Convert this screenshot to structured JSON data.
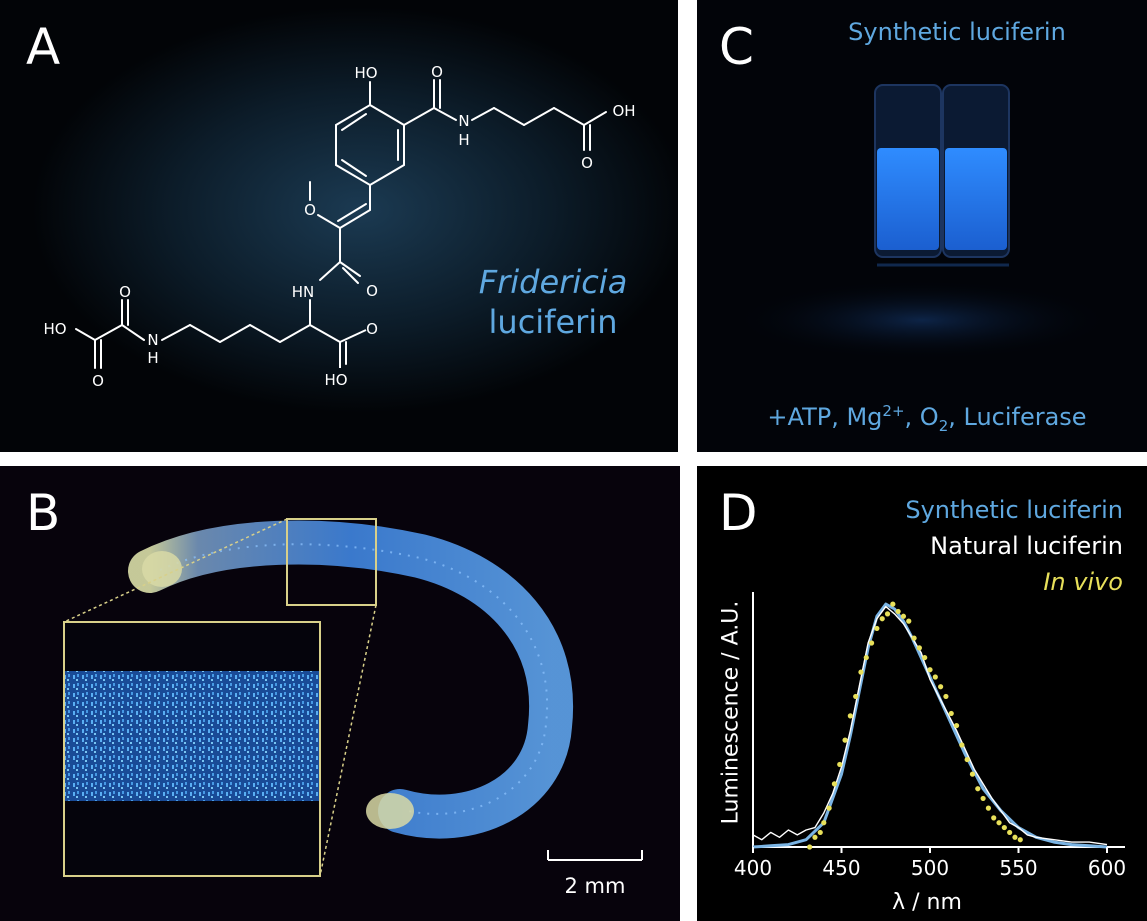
{
  "panel_a": {
    "label": "A",
    "title_line1": "Fridericia",
    "title_line2": "luciferin",
    "atoms": {
      "ho_top": "HO",
      "o_amide_top": "O",
      "nh_top": "N",
      "h_top": "H",
      "oh_right": "OH",
      "o_right": "O",
      "o_methoxy": "O",
      "hn_mid": "HN",
      "o_mid": "O",
      "ho_left": "HO",
      "o_left_top": "O",
      "n_left": "N",
      "h_left": "H",
      "o_left_bottom": "O",
      "o_acid": "O",
      "ho_bottom": "HO"
    }
  },
  "panel_b": {
    "label": "B",
    "scale_label": "2 mm"
  },
  "panel_c": {
    "label": "C",
    "title": "Synthetic luciferin",
    "caption_prefix": "+ATP, Mg",
    "caption_sup": "2+",
    "caption_mid": ", O",
    "caption_sub": "2",
    "caption_suffix": ", Luciferase"
  },
  "panel_d": {
    "label": "D",
    "legend": [
      "Synthetic luciferin",
      "Natural luciferin",
      "In vivo"
    ],
    "ylabel": "Luminescence / A.U.",
    "xlabel": "λ / nm"
  },
  "colors": {
    "accent_blue": "#5fa8e0",
    "invivo_yellow": "#e8e05a",
    "scale_box": "#d8d08a"
  },
  "chart_data": {
    "type": "line",
    "xlabel": "λ / nm",
    "ylabel": "Luminescence / A.U.",
    "xlim": [
      400,
      600
    ],
    "ylim": [
      0,
      1.05
    ],
    "xticks": [
      400,
      450,
      500,
      550,
      600
    ],
    "series": [
      {
        "name": "Synthetic luciferin",
        "color": "#7ab4e4",
        "x": [
          400,
          410,
          420,
          430,
          440,
          450,
          455,
          460,
          465,
          470,
          475,
          480,
          485,
          490,
          495,
          500,
          505,
          510,
          515,
          520,
          525,
          530,
          540,
          550,
          560,
          570,
          580,
          590,
          600
        ],
        "y": [
          0.0,
          0.005,
          0.01,
          0.03,
          0.1,
          0.3,
          0.46,
          0.64,
          0.82,
          0.95,
          1.0,
          0.98,
          0.93,
          0.86,
          0.78,
          0.7,
          0.62,
          0.54,
          0.46,
          0.38,
          0.31,
          0.24,
          0.15,
          0.08,
          0.04,
          0.02,
          0.01,
          0.005,
          0.0
        ]
      },
      {
        "name": "Natural luciferin",
        "color": "#ffffff",
        "x": [
          400,
          405,
          410,
          415,
          420,
          425,
          430,
          435,
          440,
          445,
          450,
          455,
          460,
          465,
          470,
          475,
          480,
          485,
          490,
          495,
          500,
          505,
          510,
          515,
          520,
          525,
          530,
          535,
          540,
          545,
          550,
          555,
          560,
          570,
          580,
          590,
          600
        ],
        "y": [
          0.05,
          0.03,
          0.06,
          0.04,
          0.07,
          0.05,
          0.07,
          0.08,
          0.14,
          0.22,
          0.33,
          0.48,
          0.66,
          0.84,
          0.94,
          0.99,
          0.96,
          0.92,
          0.86,
          0.8,
          0.69,
          0.62,
          0.55,
          0.48,
          0.4,
          0.32,
          0.26,
          0.2,
          0.15,
          0.1,
          0.08,
          0.05,
          0.04,
          0.03,
          0.02,
          0.02,
          0.01
        ]
      },
      {
        "name": "In vivo",
        "color": "#e8e05a",
        "x": [
          432,
          435,
          438,
          440,
          443,
          446,
          449,
          452,
          455,
          458,
          461,
          464,
          467,
          470,
          473,
          476,
          479,
          482,
          485,
          488,
          491,
          494,
          497,
          500,
          503,
          506,
          509,
          512,
          515,
          518,
          521,
          524,
          527,
          530,
          533,
          536,
          539,
          542,
          545,
          548,
          551
        ],
        "y": [
          0.0,
          0.04,
          0.06,
          0.1,
          0.16,
          0.26,
          0.34,
          0.44,
          0.54,
          0.62,
          0.72,
          0.78,
          0.84,
          0.9,
          0.94,
          0.96,
          1.0,
          0.97,
          0.95,
          0.93,
          0.86,
          0.82,
          0.78,
          0.73,
          0.7,
          0.66,
          0.62,
          0.55,
          0.5,
          0.42,
          0.36,
          0.3,
          0.24,
          0.2,
          0.16,
          0.12,
          0.1,
          0.08,
          0.06,
          0.04,
          0.03
        ]
      }
    ]
  }
}
